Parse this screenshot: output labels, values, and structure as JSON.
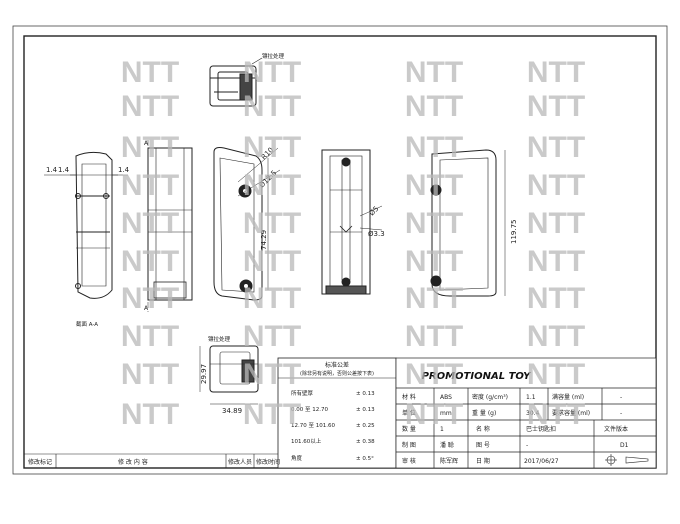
{
  "watermark": {
    "text": "NTT",
    "color": "#b8b8b8"
  },
  "notes": {
    "gate_top": "镶拉处理",
    "gate_bottom": "镶拉处理",
    "section_label": "截面 A-A"
  },
  "section_marks": {
    "a1": "A",
    "a2": "A"
  },
  "dimensions": {
    "left_1": "1.4",
    "left_2": "1.4",
    "left_3": "1.4",
    "r10": "R10",
    "d12_5": "Ø12.5",
    "h74_29": "74.29",
    "d5": "Ø5",
    "d3_3": "Ø3.3",
    "h119_75": "119.75",
    "h29_97": "29.97",
    "w34_89": "34.89"
  },
  "tolerance": {
    "title": "标准公差",
    "subtitle": "(除非另有说明，否则公差按下表)",
    "rows": [
      {
        "range": "所有壁厚",
        "value": "± 0.13"
      },
      {
        "range": "0.00 至 12.70",
        "value": "± 0.13"
      },
      {
        "range": "12.70 至 101.60",
        "value": "± 0.25"
      },
      {
        "range": "101.60以上",
        "value": "± 0.38"
      },
      {
        "range": "角度",
        "value": "± 0.5°"
      }
    ]
  },
  "title_block": {
    "company": "PROMOTIONAL TOY",
    "material_label": "材  料",
    "material": "ABS",
    "density_label": "密度 (g/cm³)",
    "density": "1.1",
    "fill_label": "满容量 (ml)",
    "fill": "-",
    "unit_label": "单  位",
    "unit": "mm",
    "weight_label": "重  量 (g)",
    "weight": "30.4",
    "req_label": "要求容量 (ml)",
    "req": "-",
    "qty_label": "数  量",
    "qty": "1",
    "name_label": "名  称",
    "name": "巴士钥匙扣",
    "version_label": "文件版本",
    "version": "D1",
    "draw_label": "制  图",
    "drawer": "潘 聪",
    "dwgno_label": "图  号",
    "dwgno": "-",
    "review_label": "审  核",
    "reviewer": "陈军辉",
    "date_label": "日  期",
    "date": "2017/06/27"
  },
  "revision": {
    "mark": "修改标记",
    "content": "修 改 内 容",
    "person": "修改人员",
    "time": "修改时间"
  }
}
